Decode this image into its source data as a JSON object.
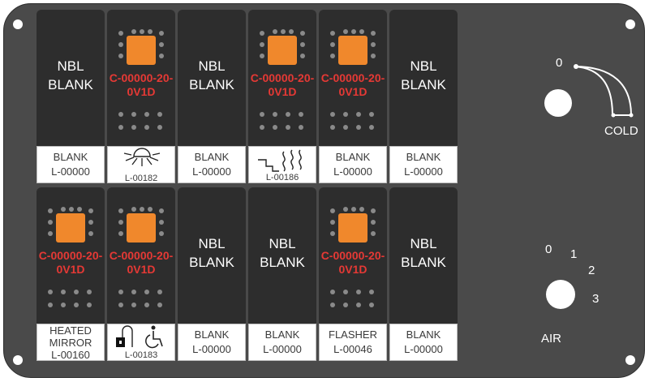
{
  "switches": [
    {
      "type": "blank",
      "line1": "NBL",
      "line2": "BLANK",
      "label1": "BLANK",
      "label2": "L-00000"
    },
    {
      "type": "lamp",
      "part1": "C-00000-20-",
      "part2": "0V1D",
      "icon": "light-icon",
      "label_code": "L-00182"
    },
    {
      "type": "blank",
      "line1": "NBL",
      "line2": "BLANK",
      "label1": "BLANK",
      "label2": "L-00000"
    },
    {
      "type": "lamp",
      "part1": "C-00000-20-",
      "part2": "0V1D",
      "icon": "heat-waves-icon",
      "label_code": "L-00186"
    },
    {
      "type": "lamp",
      "part1": "C-00000-20-",
      "part2": "0V1D",
      "label1": "BLANK",
      "label2": "L-00000"
    },
    {
      "type": "blank",
      "line1": "NBL",
      "line2": "BLANK",
      "label1": "BLANK",
      "label2": "L-00000"
    },
    {
      "type": "lamp",
      "part1": "C-00000-20-",
      "part2": "0V1D",
      "label1": "HEATED",
      "label2": "MIRROR",
      "label3": "L-00160"
    },
    {
      "type": "lamp",
      "part1": "C-00000-20-",
      "part2": "0V1D",
      "icon": "lock-wheelchair-icon",
      "label_code": "L-00183"
    },
    {
      "type": "blank",
      "line1": "NBL",
      "line2": "BLANK",
      "label1": "BLANK",
      "label2": "L-00000"
    },
    {
      "type": "blank",
      "line1": "NBL",
      "line2": "BLANK",
      "label1": "BLANK",
      "label2": "L-00000"
    },
    {
      "type": "lamp",
      "part1": "C-00000-20-",
      "part2": "0V1D",
      "label1": "FLASHER",
      "label2": "L-00046"
    },
    {
      "type": "blank",
      "line1": "NBL",
      "line2": "BLANK",
      "label1": "BLANK",
      "label2": "L-00000"
    }
  ],
  "temp_knob": {
    "zero": "0",
    "label": "COLD"
  },
  "air_knob": {
    "p0": "0",
    "p1": "1",
    "p2": "2",
    "p3": "3",
    "label": "AIR"
  },
  "colors": {
    "panel": "#4a4a4a",
    "rocker": "#2d2d2d",
    "lamp": "#f0882c",
    "part_text": "#e53935"
  }
}
